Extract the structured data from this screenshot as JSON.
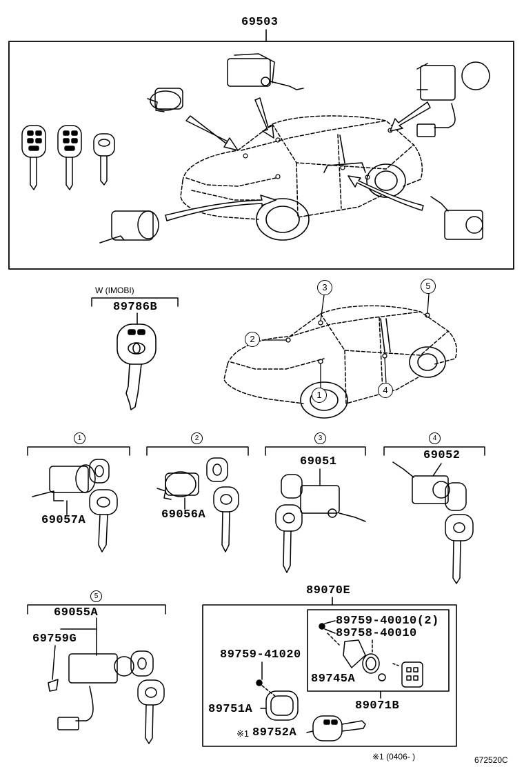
{
  "top": {
    "assembly_number": "69503"
  },
  "immobilizer": {
    "header": "W (IMOBI)",
    "key_part": "89786B"
  },
  "locations": [
    "1",
    "2",
    "3",
    "4",
    "5"
  ],
  "groups": [
    {
      "marker": "1",
      "part": "69057A"
    },
    {
      "marker": "2",
      "part": "69056A"
    },
    {
      "marker": "3",
      "part": "69051"
    },
    {
      "marker": "4",
      "part": "69052"
    },
    {
      "marker": "5",
      "part": "69055A",
      "sub_part": "69759G"
    }
  ],
  "transmitter_box": {
    "title": "89070E",
    "screw1": "89759-40010(2)",
    "screw2": "89758-40010",
    "screw3": "89759-41020",
    "battery": "89745A",
    "case": "89071B",
    "cover": "89751A",
    "key_prefix": "※1",
    "key": "89752A"
  },
  "footnote": "※1 (0406-    )",
  "diagram_code": "672520C"
}
